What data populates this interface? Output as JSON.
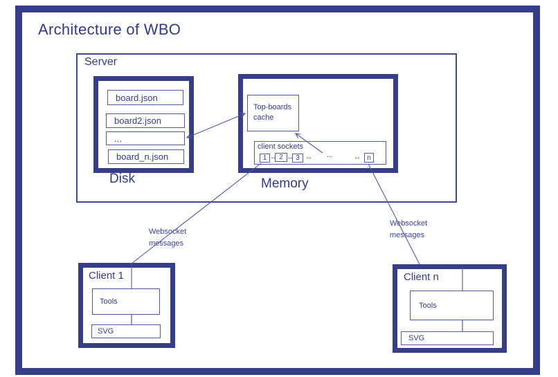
{
  "colors": {
    "ink": "#323a8e",
    "thick_border": "#363d8a",
    "thin_border": "#4e59a8",
    "line": "#4e59a8",
    "background": "#ffffff"
  },
  "title": "Architecture of WBO",
  "server": {
    "label": "Server",
    "disk": {
      "label": "Disk",
      "files": [
        "board.json",
        "board2.json",
        "...",
        "board_n.json"
      ]
    },
    "memory": {
      "label": "Memory",
      "cache": {
        "line1": "Top-boards",
        "line2": "cache"
      },
      "sockets": {
        "label": "client sockets",
        "items": [
          "1",
          "2",
          "3",
          "n"
        ],
        "ellipsis": "...",
        "link_glyph": "↔"
      }
    }
  },
  "clients": [
    {
      "label": "Client 1",
      "tools": "Tools",
      "svg": "SVG"
    },
    {
      "label": "Client n",
      "tools": "Tools",
      "svg": "SVG"
    }
  ],
  "edges": {
    "left_websocket": {
      "line1": "Websocket",
      "line2": "messages"
    },
    "right_websocket": {
      "line1": "Websocket",
      "line2": "messages"
    }
  }
}
